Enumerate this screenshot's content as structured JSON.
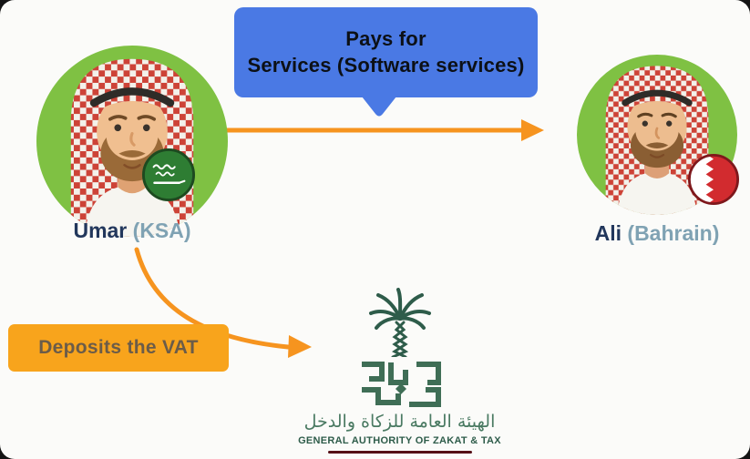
{
  "callout": {
    "line1": "Pays for",
    "line2": "Services (Software services)",
    "bg_color": "#4a79e4",
    "text_color": "#0c1016"
  },
  "actors": {
    "left": {
      "name": "Umar",
      "country": "(KSA)",
      "flag_icon": "saudi-arabia-flag"
    },
    "right": {
      "name": "Ali",
      "country": "(Bahrain)",
      "flag_icon": "bahrain-flag"
    }
  },
  "vat_box": {
    "label": "Deposits the VAT",
    "bg_color": "#f8a41c",
    "text_color": "#6b5c49"
  },
  "authority": {
    "logo_icon": "gazt-palm-tree-logo",
    "calligraphy_text": "زكاة ودخل",
    "arabic_name": "الهيئة العامة للزكاة والدخل",
    "english_name": "GENERAL AUTHORITY OF ZAKAT & TAX",
    "brand_green": "#2e5c4a"
  },
  "arrows": {
    "color": "#f6941f"
  },
  "avatar": {
    "circle_color": "#7fc143"
  },
  "text_colors": {
    "name": "#22375c",
    "country": "#7fa2b3"
  }
}
